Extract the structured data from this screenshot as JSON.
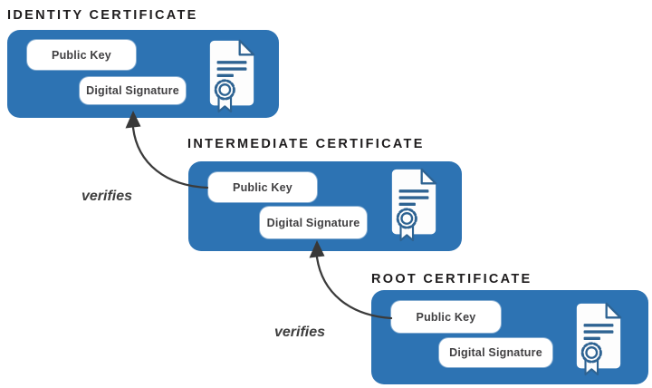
{
  "palette": {
    "block_blue": "#2d73b3",
    "icon_line_blue": "#2e6392",
    "title_black": "#1e1c1d",
    "arrow_gray": "#3b3b3b",
    "field_label_gray": "#414042",
    "background": "#ffffff"
  },
  "certificates": [
    {
      "id": "identity",
      "title": "IDENTITY CERTIFICATE",
      "fields": {
        "public_key": "Public Key",
        "digital_signature": "Digital Signature"
      },
      "icon": "certificate-document-icon"
    },
    {
      "id": "intermediate",
      "title": "INTERMEDIATE CERTIFICATE",
      "fields": {
        "public_key": "Public Key",
        "digital_signature": "Digital Signature"
      },
      "icon": "certificate-document-icon"
    },
    {
      "id": "root",
      "title": "ROOT CERTIFICATE",
      "fields": {
        "public_key": "Public Key",
        "digital_signature": "Digital Signature"
      },
      "icon": "certificate-document-icon"
    }
  ],
  "arrows": [
    {
      "label": "verifies",
      "from": "intermediate certificate public key",
      "to": "identity certificate digital signature"
    },
    {
      "label": "verifies",
      "from": "root certificate public key",
      "to": "intermediate certificate digital signature"
    }
  ]
}
